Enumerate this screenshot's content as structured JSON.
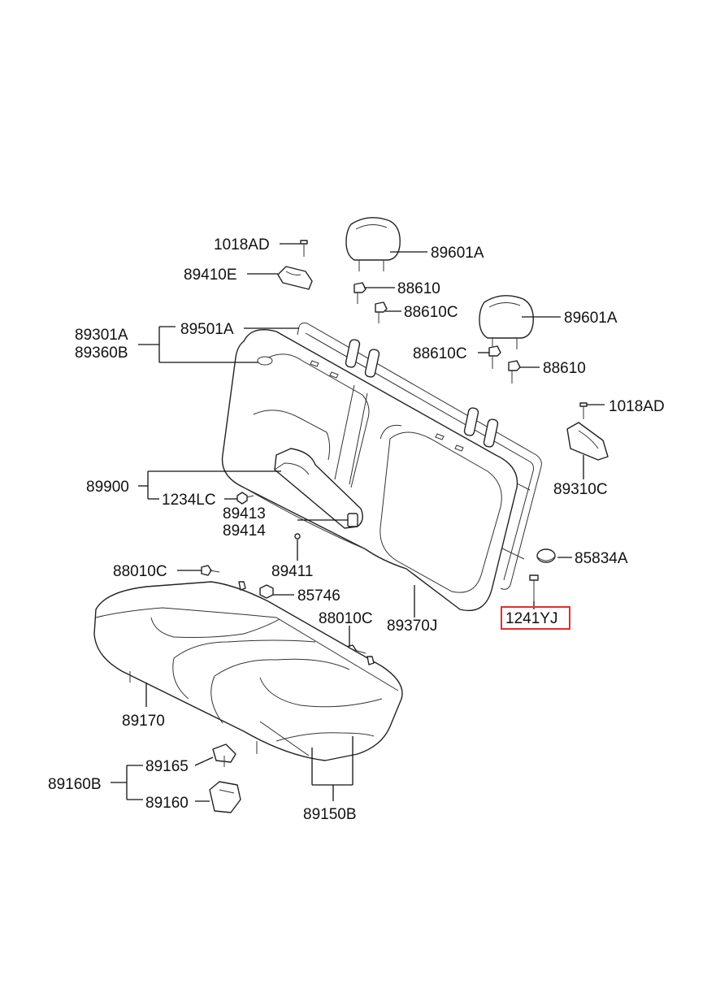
{
  "diagram": {
    "highlight_color": "#e03030",
    "labels": {
      "p1018AD_top": "1018AD",
      "p89410E": "89410E",
      "p89601A_left": "89601A",
      "p88610_a": "88610",
      "p88610C_a": "88610C",
      "p89601A_right": "89601A",
      "p89301A": "89301A",
      "p89360B": "89360B",
      "p89501A": "89501A",
      "p88610C_b": "88610C",
      "p88610_b": "88610",
      "p1018AD_right": "1018AD",
      "p89310C": "89310C",
      "p89900": "89900",
      "p1234LC": "1234LC",
      "p89413": "89413",
      "p89414": "89414",
      "p89411": "89411",
      "p85834A": "85834A",
      "p88010C_a": "88010C",
      "p85746": "85746",
      "p88010C_b": "88010C",
      "p89370J": "89370J",
      "p1241YJ": "1241YJ",
      "p89170": "89170",
      "p89165": "89165",
      "p89160B": "89160B",
      "p89160": "89160",
      "p89150B": "89150B"
    }
  }
}
